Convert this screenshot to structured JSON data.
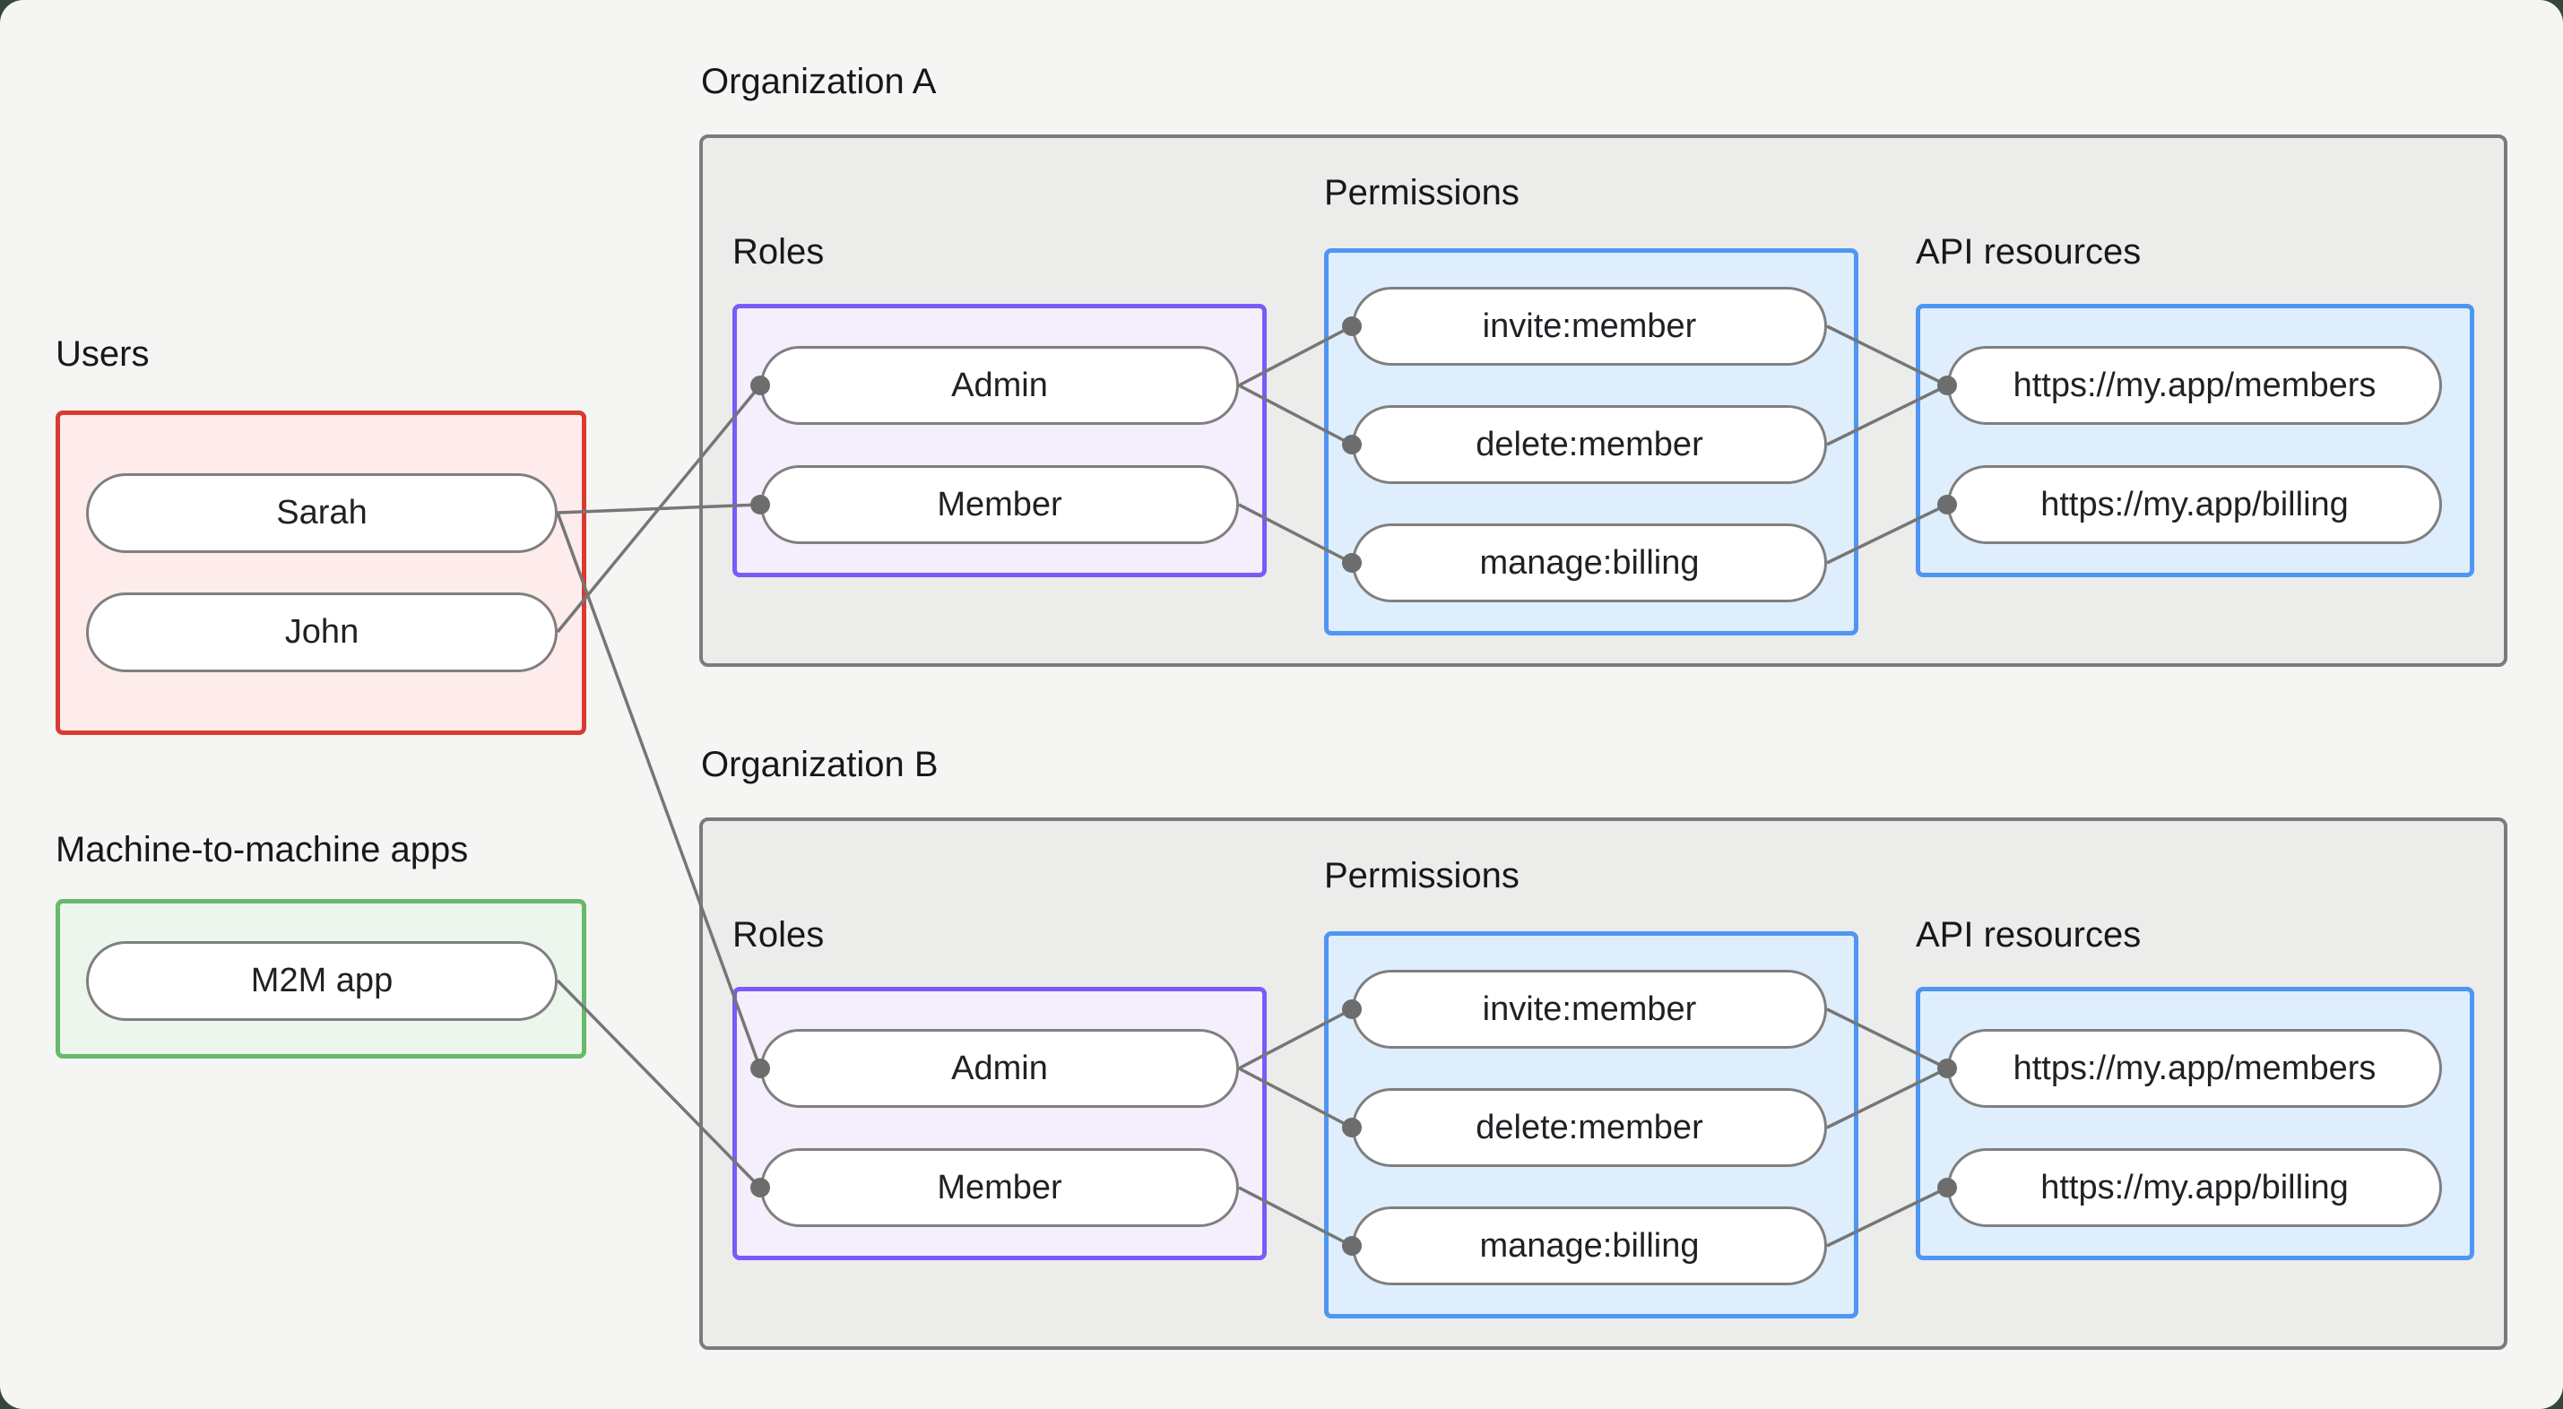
{
  "users_group": {
    "label": "Users",
    "items": [
      "Sarah",
      "John"
    ]
  },
  "m2m_group": {
    "label": "Machine-to-machine apps",
    "items": [
      "M2M app"
    ]
  },
  "org_a": {
    "title": "Organization A",
    "roles": {
      "label": "Roles",
      "items": [
        "Admin",
        "Member"
      ]
    },
    "permissions": {
      "label": "Permissions",
      "items": [
        "invite:member",
        "delete:member",
        "manage:billing"
      ]
    },
    "api_resources": {
      "label": "API resources",
      "items": [
        "https://my.app/members",
        "https://my.app/billing"
      ]
    }
  },
  "org_b": {
    "title": "Organization B",
    "roles": {
      "label": "Roles",
      "items": [
        "Admin",
        "Member"
      ]
    },
    "permissions": {
      "label": "Permissions",
      "items": [
        "invite:member",
        "delete:member",
        "manage:billing"
      ]
    },
    "api_resources": {
      "label": "API resources",
      "items": [
        "https://my.app/members",
        "https://my.app/billing"
      ]
    }
  },
  "edges": [
    {
      "from": "users.Sarah",
      "to": "org_a.roles.Member"
    },
    {
      "from": "users.John",
      "to": "org_a.roles.Admin"
    },
    {
      "from": "users.Sarah",
      "to": "org_b.roles.Admin"
    },
    {
      "from": "m2m.M2M app",
      "to": "org_b.roles.Member"
    },
    {
      "from": "org_a.roles.Admin",
      "to": "org_a.permissions.invite:member"
    },
    {
      "from": "org_a.roles.Admin",
      "to": "org_a.permissions.delete:member"
    },
    {
      "from": "org_a.roles.Member",
      "to": "org_a.permissions.manage:billing"
    },
    {
      "from": "org_a.permissions.invite:member",
      "to": "org_a.api.https://my.app/members"
    },
    {
      "from": "org_a.permissions.delete:member",
      "to": "org_a.api.https://my.app/members"
    },
    {
      "from": "org_a.permissions.manage:billing",
      "to": "org_a.api.https://my.app/billing"
    },
    {
      "from": "org_b.roles.Admin",
      "to": "org_b.permissions.invite:member"
    },
    {
      "from": "org_b.roles.Admin",
      "to": "org_b.permissions.delete:member"
    },
    {
      "from": "org_b.roles.Member",
      "to": "org_b.permissions.manage:billing"
    },
    {
      "from": "org_b.permissions.invite:member",
      "to": "org_b.api.https://my.app/members"
    },
    {
      "from": "org_b.permissions.delete:member",
      "to": "org_b.api.https://my.app/members"
    },
    {
      "from": "org_b.permissions.manage:billing",
      "to": "org_b.api.https://my.app/billing"
    }
  ],
  "colors": {
    "page_background": "#f5f6f4",
    "outer_background": "#36463c",
    "users_border": "#da3b31",
    "users_fill": "#fdeceb",
    "m2m_border": "#67ba6c",
    "m2m_fill": "#ecf6ec",
    "roles_border": "#7b5bf8",
    "roles_fill": "#f4eefd",
    "blue_border": "#4e96f3",
    "blue_fill": "#dfeefc",
    "org_border": "#7b7b7b",
    "org_fill": "#ececeb",
    "edge_line": "#767676",
    "edge_dot": "#6d6d6d"
  }
}
